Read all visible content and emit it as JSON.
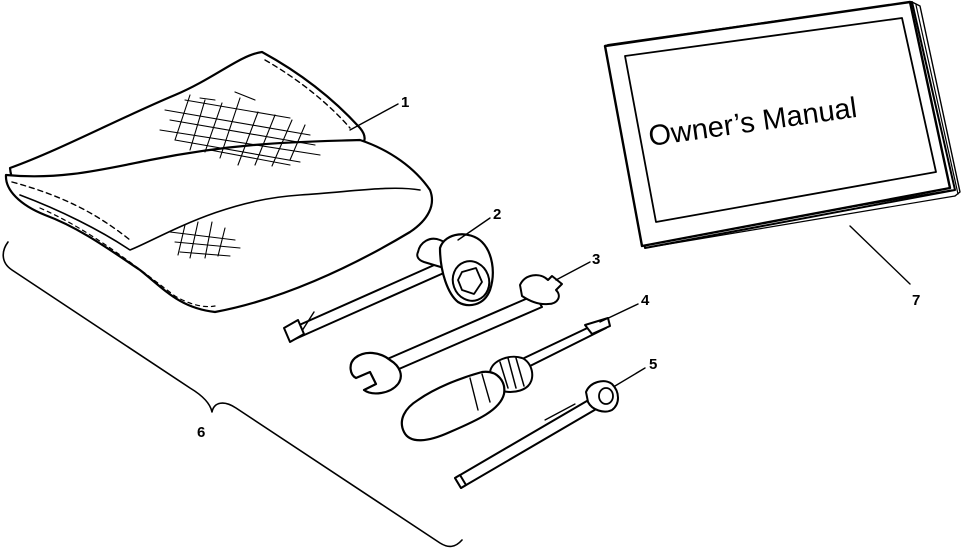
{
  "manual": {
    "title": "Owner’s Manual"
  },
  "callouts": {
    "c1": "1",
    "c2": "2",
    "c3": "3",
    "c4": "4",
    "c5": "5",
    "c6": "6",
    "c7": "7"
  }
}
